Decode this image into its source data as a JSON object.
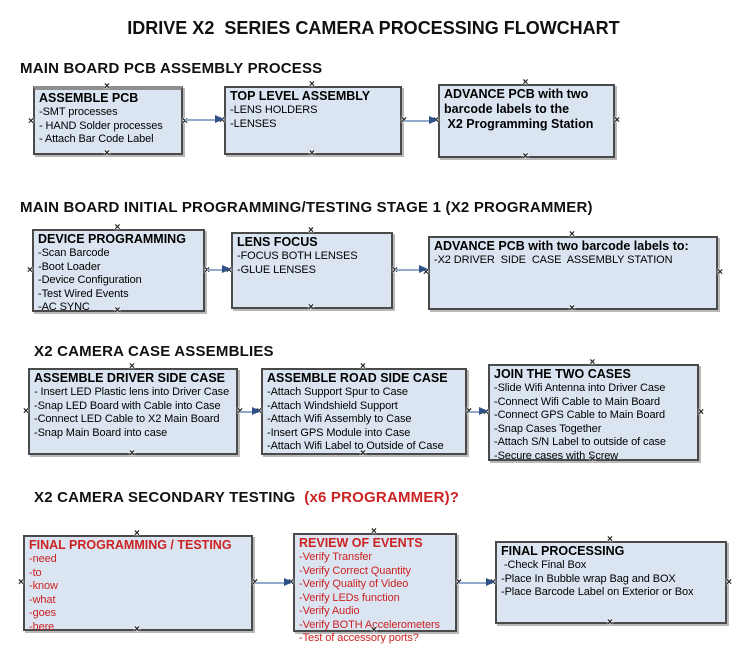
{
  "title": "IDRIVE X2  SERIES CAMERA PROCESSING FLOWCHART",
  "icons": {
    "anchor": "×"
  },
  "colors": {
    "box_fill": "#dbe5f1",
    "box_border": "#4a4a4a",
    "red_accent": "#CC2222",
    "arrow_line": "#93a9cd",
    "arrow_head": "#2e5288",
    "background": "#ffffff"
  },
  "sections": [
    {
      "header": "MAIN BOARD PCB ASSEMBLY PROCESS",
      "header_accent": "",
      "boxes": [
        {
          "title": "ASSEMBLE PCB",
          "items": [
            "-SMT processes",
            "- HAND Solder processes",
            "- Attach Bar Code Label"
          ]
        },
        {
          "title": "TOP LEVEL ASSEMBLY",
          "items": [
            "-LENS HOLDERS",
            "-LENSES"
          ]
        },
        {
          "title": "ADVANCE PCB with two barcode labels to the\n X2 Programming Station",
          "items": []
        }
      ]
    },
    {
      "header": "MAIN BOARD INITIAL PROGRAMMING/TESTING STAGE 1 (X2 PROGRAMMER)",
      "header_accent": "",
      "boxes": [
        {
          "title": "DEVICE PROGRAMMING",
          "items": [
            "-Scan Barcode",
            "-Boot Loader",
            "-Device Configuration",
            "-Test Wired Events",
            "-AC SYNC"
          ]
        },
        {
          "title": "LENS FOCUS",
          "items": [
            "-FOCUS BOTH LENSES",
            "-GLUE LENSES"
          ]
        },
        {
          "title": "ADVANCE PCB with two barcode labels to:",
          "items": [
            "-X2 DRIVER  SIDE  CASE  ASSEMBLY STATION"
          ]
        }
      ]
    },
    {
      "header": "X2 CAMERA CASE ASSEMBLIES",
      "header_accent": "",
      "boxes": [
        {
          "title": "ASSEMBLE DRIVER SIDE CASE",
          "items": [
            "- Insert LED Plastic lens into Driver Case",
            "-Snap LED Board with Cable into Case",
            "-Connect LED Cable to X2 Main Board",
            "-Snap Main Board into case"
          ]
        },
        {
          "title": "ASSEMBLE ROAD SIDE CASE",
          "items": [
            "-Attach Support Spur to Case",
            "-Attach Windshield Support",
            "-Attach Wifi Assembly to Case",
            "-Insert GPS Module into Case",
            "-Attach Wifi Label to Outside of Case"
          ]
        },
        {
          "title": "JOIN THE TWO CASES",
          "items": [
            "-Slide Wifi Antenna into Driver Case",
            "-Connect Wifi Cable to Main Board",
            "-Connect GPS Cable to Main Board",
            "-Snap Cases Together",
            "-Attach S/N Label to outside of case",
            "-Secure cases with Screw"
          ]
        }
      ]
    },
    {
      "header": "X2 CAMERA SECONDARY TESTING ",
      "header_accent": " (x6 PROGRAMMER)?",
      "boxes": [
        {
          "title": "FINAL PROGRAMMING / TESTING",
          "items": [
            "-need",
            "-to",
            "-know",
            "-what",
            "-goes",
            "-here"
          ]
        },
        {
          "title": "REVIEW OF EVENTS",
          "items": [
            "-Verify Transfer",
            "-Verify Correct Quantity",
            "-Verify Quality of Video",
            "-Verify LEDs function",
            "-Verify Audio",
            "-Verify BOTH Accelerometers",
            "-Test of accessory ports?"
          ]
        },
        {
          "title": "FINAL PROCESSING",
          "items": [
            " -Check Final Box",
            "-Place In Bubble wrap Bag and BOX",
            "-Place Barcode Label on Exterior or Box"
          ]
        }
      ]
    }
  ]
}
